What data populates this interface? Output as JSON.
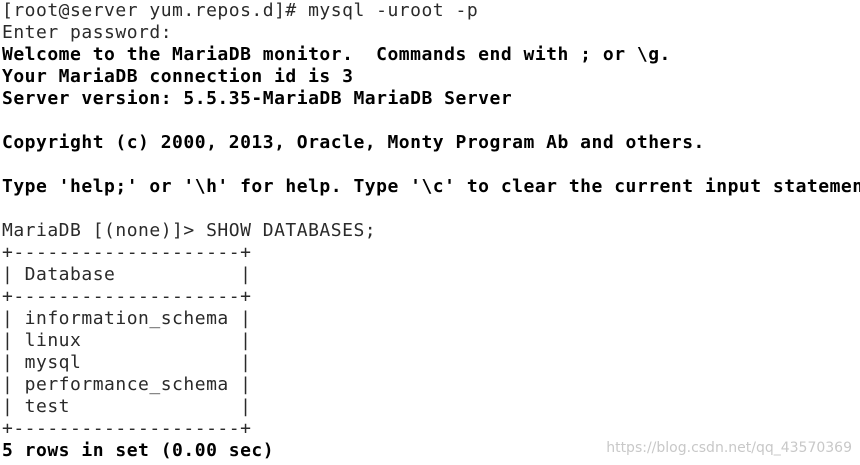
{
  "terminal": {
    "lines": [
      "[root@server yum.repos.d]# mysql -uroot -p",
      "Enter password:",
      "Welcome to the MariaDB monitor.  Commands end with ; or \\g.",
      "Your MariaDB connection id is 3",
      "Server version: 5.5.35-MariaDB MariaDB Server",
      "",
      "Copyright (c) 2000, 2013, Oracle, Monty Program Ab and others.",
      "",
      "Type 'help;' or '\\h' for help. Type '\\c' to clear the current input statement.",
      "",
      "MariaDB [(none)]> SHOW DATABASES;",
      "+--------------------+",
      "| Database           |",
      "+--------------------+",
      "| information_schema |",
      "| linux              |",
      "| mysql              |",
      "| performance_schema |",
      "| test               |",
      "+--------------------+",
      "5 rows in set (0.00 sec)"
    ],
    "watermark": "https://blog.csdn.net/qq_43570369"
  }
}
